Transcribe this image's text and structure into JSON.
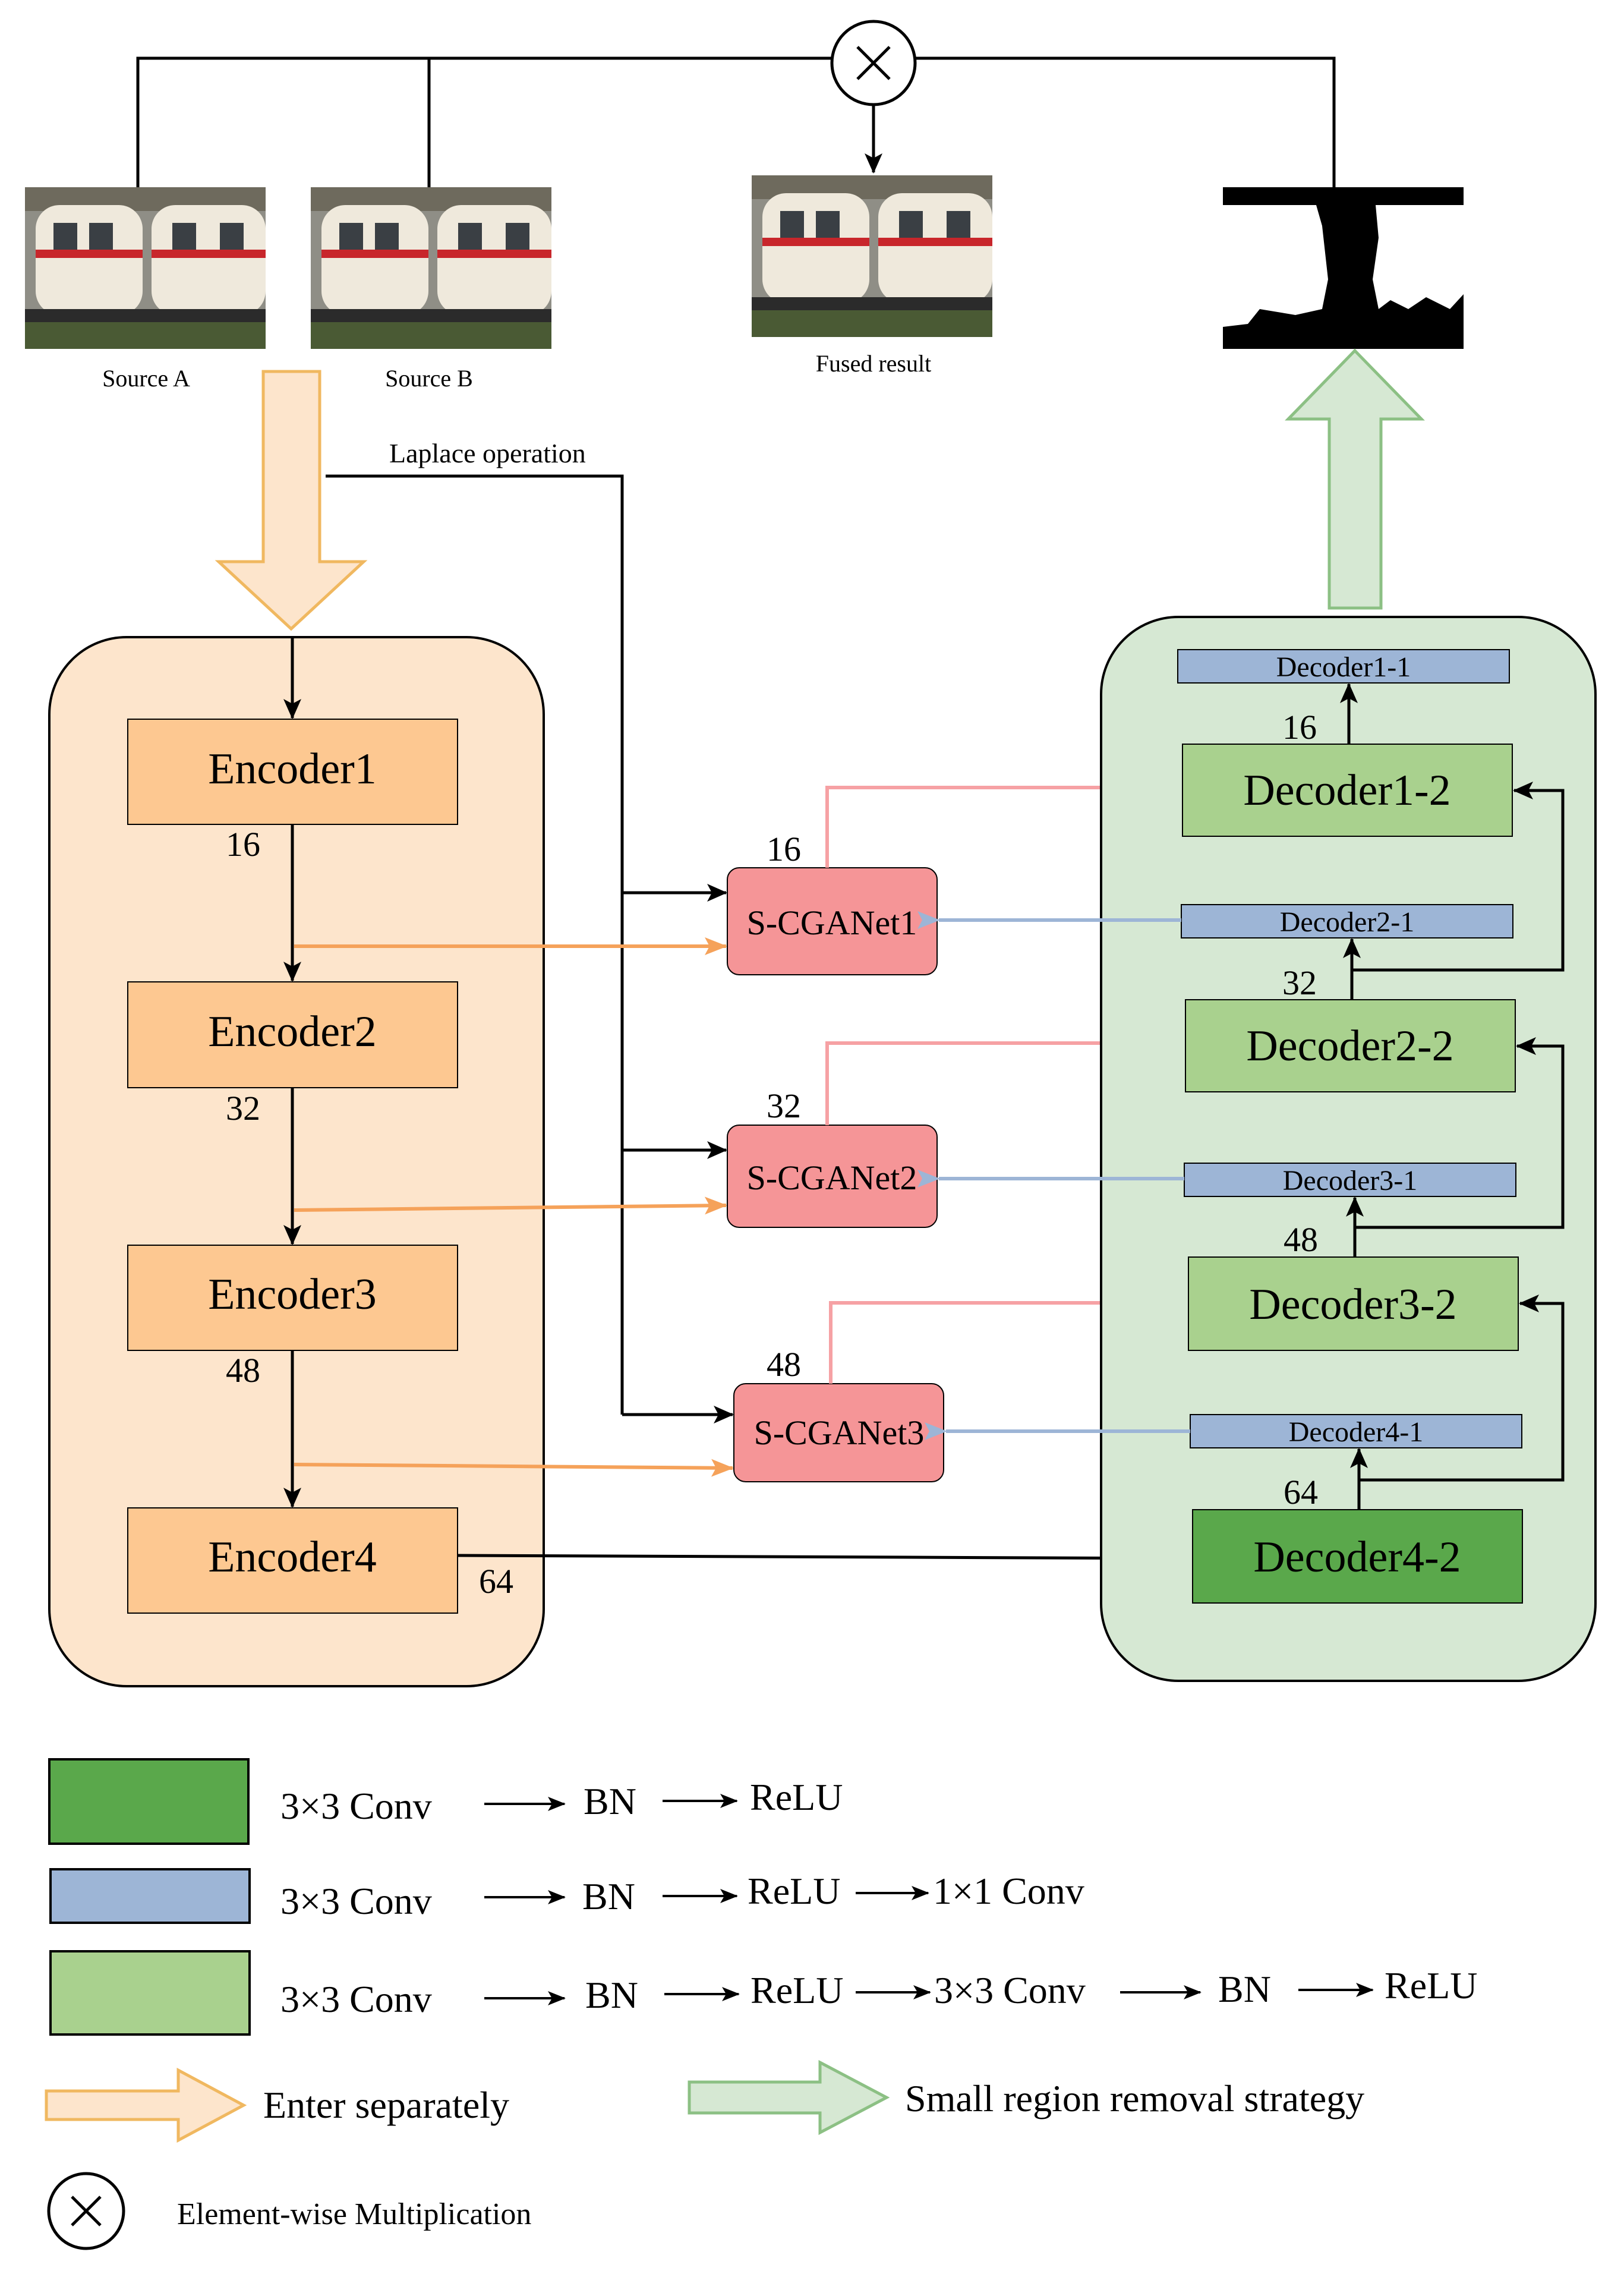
{
  "images": {
    "source_a_caption": "Source A",
    "source_b_caption": "Source B",
    "fused_caption": "Fused result"
  },
  "laplace_label": "Laplace operation",
  "encoders": [
    {
      "label": "Encoder1",
      "channels": "16"
    },
    {
      "label": "Encoder2",
      "channels": "32"
    },
    {
      "label": "Encoder3",
      "channels": "48"
    },
    {
      "label": "Encoder4",
      "channels": "64"
    }
  ],
  "cga_modules": [
    {
      "label": "S-CGANet1",
      "channels": "16"
    },
    {
      "label": "S-CGANet2",
      "channels": "32"
    },
    {
      "label": "S-CGANet3",
      "channels": "48"
    }
  ],
  "decoders": {
    "d1_1": "Decoder1-1",
    "d1_2": "Decoder1-2",
    "d1_ch": "16",
    "d2_1": "Decoder2-1",
    "d2_2": "Decoder2-2",
    "d2_ch": "32",
    "d3_1": "Decoder3-1",
    "d3_2": "Decoder3-2",
    "d3_ch": "48",
    "d4_1": "Decoder4-1",
    "d4_2": "Decoder4-2",
    "d4_ch": "64"
  },
  "legend": {
    "dark_green": [
      "3×3 Conv",
      "BN",
      "ReLU"
    ],
    "blue": [
      "3×3 Conv",
      "BN",
      "ReLU",
      "1×1 Conv"
    ],
    "light_green": [
      "3×3 Conv",
      "BN",
      "ReLU",
      "3×3 Conv",
      "BN",
      "ReLU"
    ],
    "orange_arrow": "Enter  separately",
    "green_arrow": "Small region removal strategy",
    "multiply": "Element-wise Multiplication"
  },
  "colors": {
    "encoder_panel": "#fde5cc",
    "encoder_box": "#fdc891",
    "decoder_panel": "#d6e8d3",
    "decoder_light": "#a9d18e",
    "decoder_dark": "#5aa84b",
    "decoder_blue": "#9db5d6",
    "cga_box": "#f59597",
    "orange_arrow": "#f5a25a",
    "pink_arrow": "#f6a1a4",
    "blue_arrow": "#9db5d6"
  }
}
